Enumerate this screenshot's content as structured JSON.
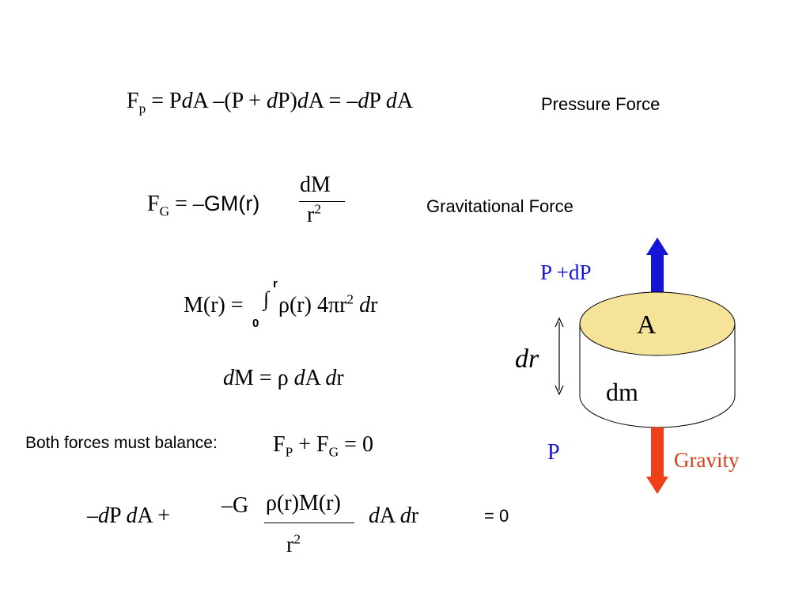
{
  "equations": {
    "pressure": {
      "parts": [
        "F",
        "p",
        " = P",
        "d",
        "A –(P + ",
        "d",
        "P)",
        "d",
        "A = –",
        "d",
        "P ",
        "d",
        "A"
      ],
      "label": "Pressure Force"
    },
    "gravity": {
      "lhs_F": "F",
      "lhs_sub": "G",
      "lhs_eq": " = –",
      "gm": "GM(r)",
      "num": "dM",
      "den_base": "r",
      "den_exp": "2",
      "label": "Gravitational  Force"
    },
    "mass_integral": {
      "lhs": "M(r) =",
      "upper": "r",
      "lower": "0",
      "integral_sign": "∫",
      "body_pre": "ρ(r) 4πr",
      "body_exp": "2",
      "body_d": "d",
      "body_r": "r"
    },
    "dM": {
      "d1": "d",
      "mid": "M = ρ ",
      "d2": "d",
      "A": "A ",
      "d3": "d",
      "r": "r"
    },
    "balance": {
      "text": "Both forces must balance:",
      "F1": "F",
      "sub1": "P",
      "plus": " + F",
      "sub2": "G",
      "tail": " = 0"
    },
    "final": {
      "minus": "–",
      "d1": "d",
      "P": "P ",
      "d2": "d",
      "A": "A  +",
      "minusG": "–G",
      "num": "ρ(r)M(r)",
      "den_base": "r",
      "den_exp": "2",
      "d3": "d",
      "A2": "A  ",
      "d4": "d",
      "r": "r",
      "eq0": "= 0"
    }
  },
  "diagram": {
    "top_label": "P +dP",
    "top_face": "A",
    "side_label": "dr",
    "body_label": "dm",
    "bottom_label": "P",
    "gravity_label": "Gravity",
    "colors": {
      "cap_fill": "#f5e39a",
      "up_arrow": "#1515d8",
      "down_arrow": "#f0401a",
      "blue_text": "#1515d8",
      "red_text": "#d2401a"
    }
  }
}
